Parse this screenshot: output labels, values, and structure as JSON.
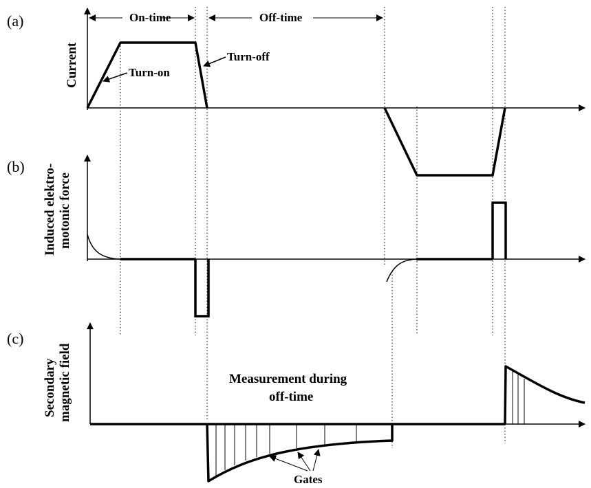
{
  "panels": {
    "a": {
      "panel_label": "(a)",
      "ylabel": "Current",
      "on_time_label": "On-time",
      "off_time_label": "Off-time",
      "turn_on_label": "Turn-on",
      "turn_off_label": "Turn-off"
    },
    "b": {
      "panel_label": "(b)",
      "ylabel_line1": "Induced elektro-",
      "ylabel_line2": "motonic force"
    },
    "c": {
      "panel_label": "(c)",
      "ylabel_line1": "Secondary",
      "ylabel_line2": "magnetic field",
      "measurement_line1": "Measurement during",
      "measurement_line2": "off-time",
      "gates_label": "Gates"
    }
  },
  "colors": {
    "ink": "#000000",
    "background": "#ffffff"
  }
}
